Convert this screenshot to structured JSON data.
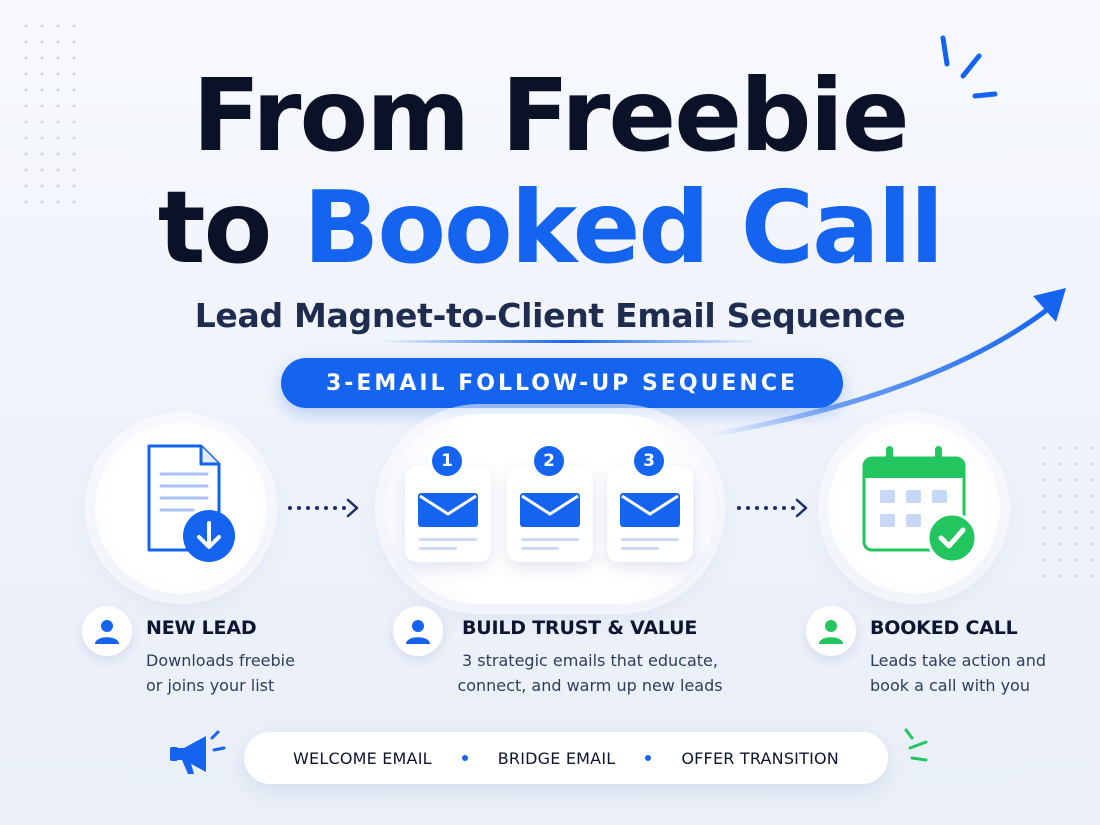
{
  "headline": {
    "line1": "From Freebie",
    "line2_dark": "to",
    "line2_blue": "Booked Call"
  },
  "subtitle": "Lead Magnet-to-Client Email Sequence",
  "banner": "3-EMAIL FOLLOW-UP SEQUENCE",
  "emails": [
    {
      "number": "1"
    },
    {
      "number": "2"
    },
    {
      "number": "3"
    }
  ],
  "steps": [
    {
      "title": "NEW LEAD",
      "desc_line1": "Downloads freebie",
      "desc_line2": "or joins your list",
      "avatar_color": "#1464f0"
    },
    {
      "title": "BUILD TRUST & VALUE",
      "desc_line1": "3 strategic emails that educate,",
      "desc_line2": "connect, and warm up new leads",
      "avatar_color": "#1464f0"
    },
    {
      "title": "BOOKED CALL",
      "desc_line1": "Leads take action and",
      "desc_line2": "book a call with you",
      "avatar_color": "#22c55e"
    }
  ],
  "footer": {
    "items": [
      "WELCOME EMAIL",
      "BRIDGE EMAIL",
      "OFFER TRANSITION"
    ]
  },
  "icons": {
    "document": "document-download-icon",
    "envelope": "envelope-icon",
    "calendar": "calendar-check-icon",
    "megaphone": "megaphone-icon",
    "user": "user-icon",
    "growth_arrow": "growth-arrow-icon"
  },
  "colors": {
    "accent": "#1464f0",
    "success": "#22c55e",
    "dark_text": "#0b1228"
  }
}
